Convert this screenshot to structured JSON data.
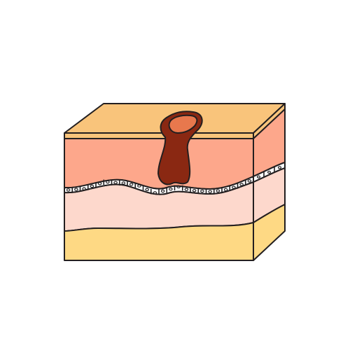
{
  "diagram": {
    "subject": "skin-cross-section-block-with-lesion",
    "colors": {
      "top_face": "#f9c47b",
      "top_band": "#f9c47b",
      "epidermis": "#fda78b",
      "epidermis_side": "#fda78b",
      "dermis": "#fdd8cc",
      "dermis_side": "#fdd8cc",
      "subcutis": "#fed984",
      "subcutis_side": "#fed984",
      "basal_cells": "#ffffff",
      "lesion_body": "#8a2812",
      "lesion_cap": "#e8784d",
      "outline": "#231f20"
    },
    "layers": [
      {
        "id": "stratum-corneum"
      },
      {
        "id": "epidermis"
      },
      {
        "id": "basal-cell-layer",
        "cell_count": 27
      },
      {
        "id": "dermis"
      },
      {
        "id": "subcutaneous-fat"
      }
    ],
    "lesion": {
      "type": "pigmented-lesion",
      "penetrates_to": "basal-cell-layer"
    }
  }
}
